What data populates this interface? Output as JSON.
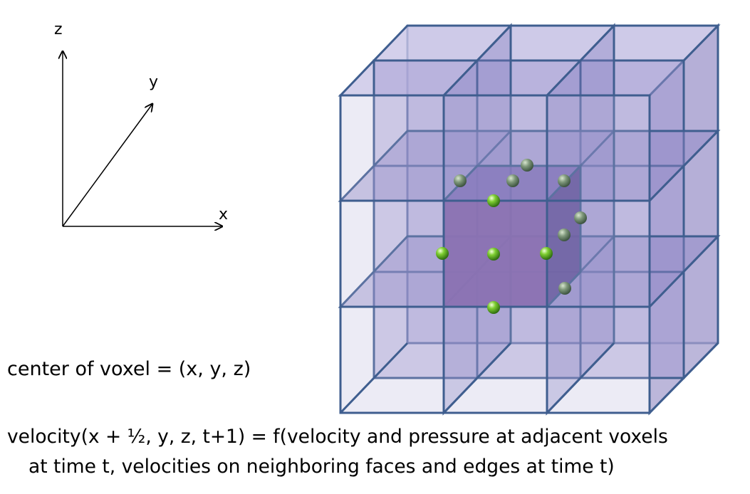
{
  "axes": {
    "z_label": "z",
    "y_label": "y",
    "x_label": "x"
  },
  "captions": {
    "center_of_voxel": "center of voxel = (x, y, z)",
    "formula_line_1": "velocity(x + ½, y, z, t+1) = f(velocity and pressure at adjacent voxels",
    "formula_line_2": "at time t, velocities on neighboring  faces and edges at time t)"
  },
  "colors": {
    "grid_line": "#3f5e8f",
    "cell_face": "#8e86c6",
    "center_face": "#7d5ea6",
    "center_side": "#5b4a94",
    "sphere": "#6cbd2c"
  }
}
